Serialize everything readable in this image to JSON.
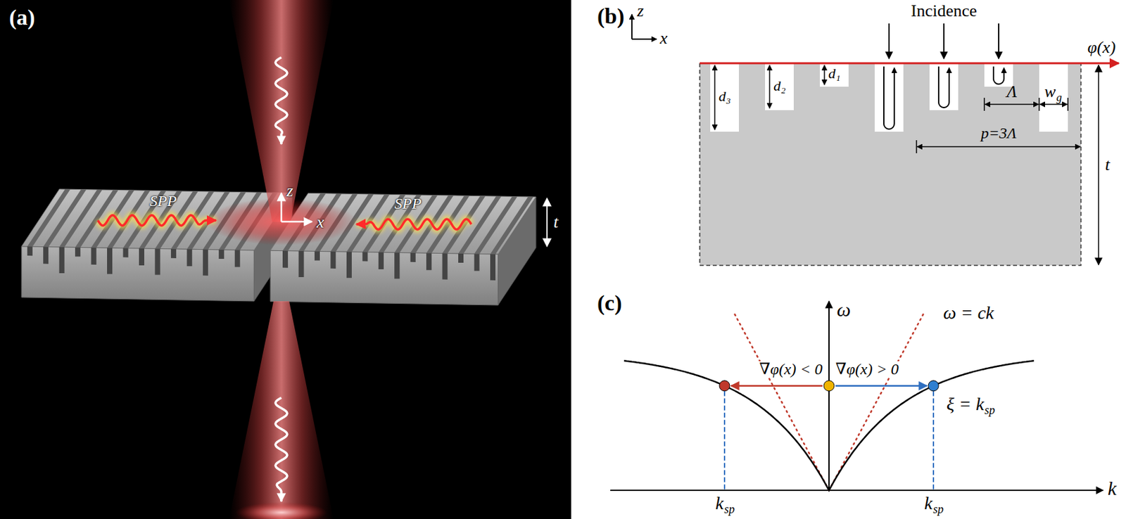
{
  "diagram": {
    "labels": [
      "(a)",
      "SPP",
      "SPP",
      "z",
      "x",
      "t",
      "(b)",
      "z",
      "x",
      "Incidence",
      "φ(x)",
      "d₃",
      "d₂",
      "d₁",
      "Λ",
      "w",
      "g",
      "t",
      "p=3Λ",
      "(c)",
      "ω",
      "k",
      "ω = ck",
      "∇φ(x) < 0",
      "∇φ(x) > 0",
      "ξ = k",
      "sp",
      "k",
      "sp",
      "k",
      "sp"
    ]
  }
}
